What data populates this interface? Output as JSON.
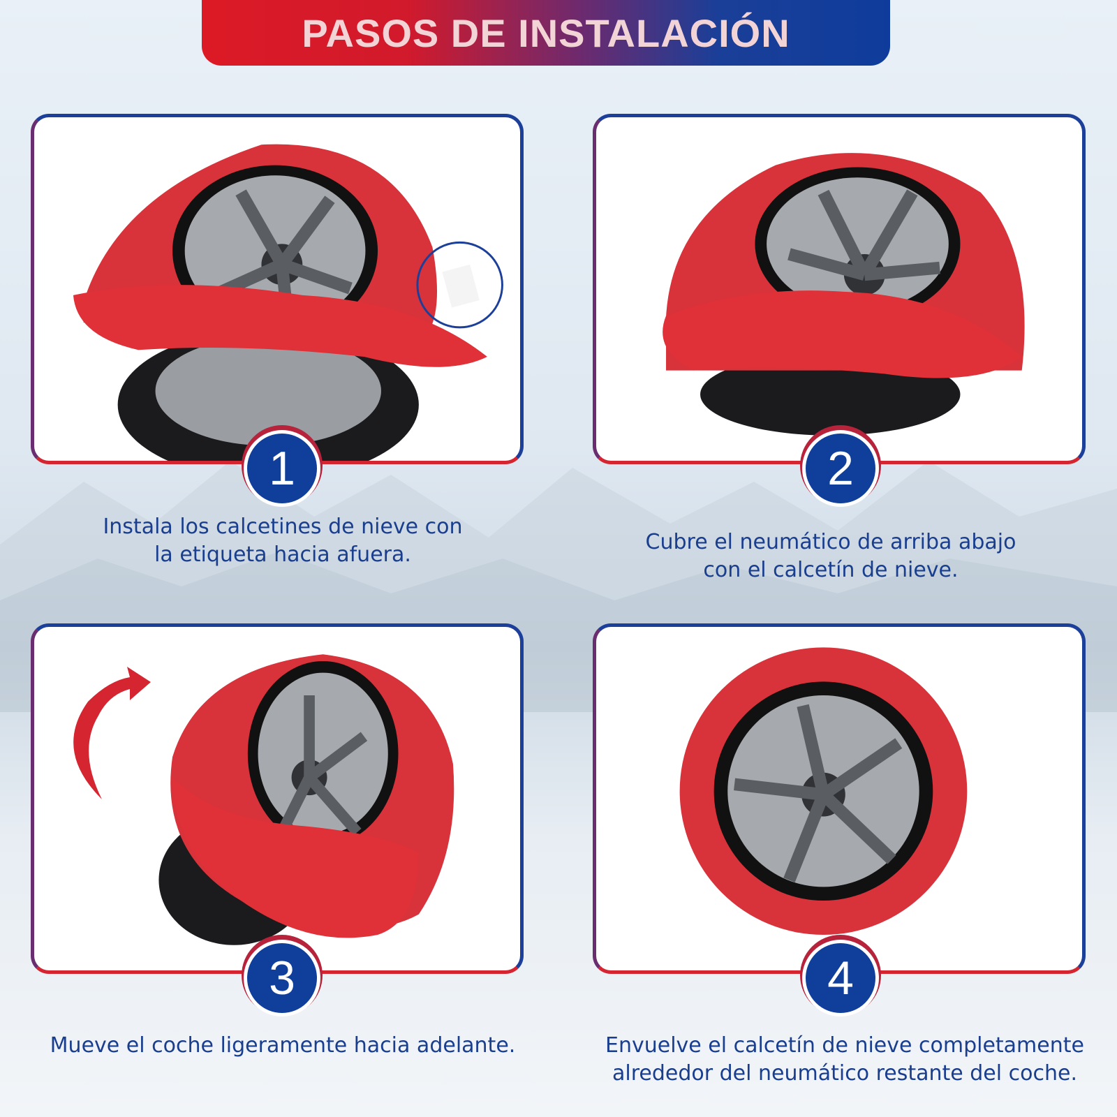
{
  "banner": {
    "title": "PASOS DE INSTALACIÓN"
  },
  "colors": {
    "red": "#d42530",
    "blue": "#0f3f9b",
    "sock": "#e03038",
    "caption": "#1a3e8e"
  },
  "steps": [
    {
      "number": "1",
      "caption_line1": "Instala los calcetines de nieve con",
      "caption_line2": "la etiqueta hacia afuera."
    },
    {
      "number": "2",
      "caption_line1": "Cubre el neumático de arriba abajo",
      "caption_line2": "con el calcetín de nieve."
    },
    {
      "number": "3",
      "caption_line1": "Mueve el coche ligeramente hacia adelante.",
      "caption_line2": ""
    },
    {
      "number": "4",
      "caption_line1": "Envuelve el calcetín de nieve completamente",
      "caption_line2": "alrededor del neumático restante del coche."
    }
  ]
}
